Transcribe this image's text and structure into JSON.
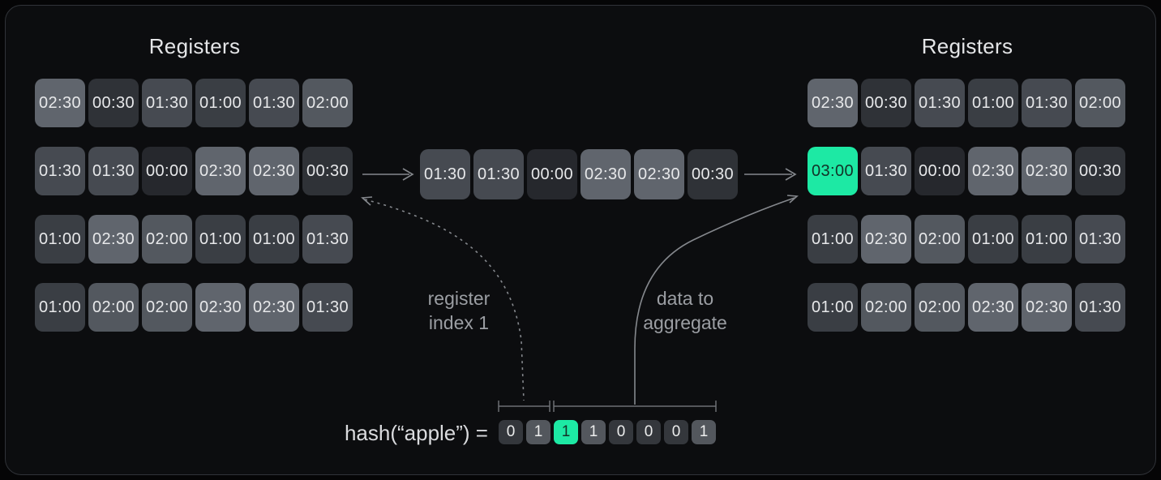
{
  "titles": {
    "left": "Registers",
    "right": "Registers"
  },
  "left_registers": {
    "rows": [
      [
        "02:30",
        "00:30",
        "01:30",
        "01:00",
        "01:30",
        "02:00"
      ],
      [
        "01:30",
        "01:30",
        "00:00",
        "02:30",
        "02:30",
        "00:30"
      ],
      [
        "01:00",
        "02:30",
        "02:00",
        "01:00",
        "01:00",
        "01:30"
      ],
      [
        "01:00",
        "02:00",
        "02:00",
        "02:30",
        "02:30",
        "01:30"
      ]
    ]
  },
  "extracted_row": {
    "values": [
      "01:30",
      "01:30",
      "00:00",
      "02:30",
      "02:30",
      "00:30"
    ]
  },
  "right_registers": {
    "rows": [
      [
        "02:30",
        "00:30",
        "01:30",
        "01:00",
        "01:30",
        "02:00"
      ],
      [
        "03:00",
        "01:30",
        "00:00",
        "02:30",
        "02:30",
        "00:30"
      ],
      [
        "01:00",
        "02:30",
        "02:00",
        "01:00",
        "01:00",
        "01:30"
      ],
      [
        "01:00",
        "02:00",
        "02:00",
        "02:30",
        "02:30",
        "01:30"
      ]
    ],
    "highlight": {
      "row": 1,
      "col": 0,
      "value": "03:00"
    }
  },
  "hash": {
    "expression": "hash(“apple”) =",
    "bits": [
      "0",
      "1",
      "1",
      "1",
      "0",
      "0",
      "0",
      "1"
    ],
    "highlight_index": 2,
    "index_bits_range": [
      0,
      1
    ],
    "data_bits_range": [
      2,
      7
    ]
  },
  "annotations": {
    "register_index": [
      "register",
      "index 1"
    ],
    "data_to_aggregate": [
      "data to",
      "aggregate"
    ]
  },
  "colors": {
    "accent_green": "#1de9a4",
    "accent_text": "#123227",
    "panel_bg": "#0c0d0f",
    "panel_border": "#303338",
    "cell_text": "#e7e8ea",
    "label_text": "#9b9ea3",
    "arrow": "#85888d",
    "value_shades": {
      "00:00": "#26282d",
      "00:30": "#2f3237",
      "01:00": "#3a3e44",
      "01:30": "#464a51",
      "02:00": "#53585f",
      "02:30": "#60656d",
      "03:00": "#1de9a4"
    }
  }
}
